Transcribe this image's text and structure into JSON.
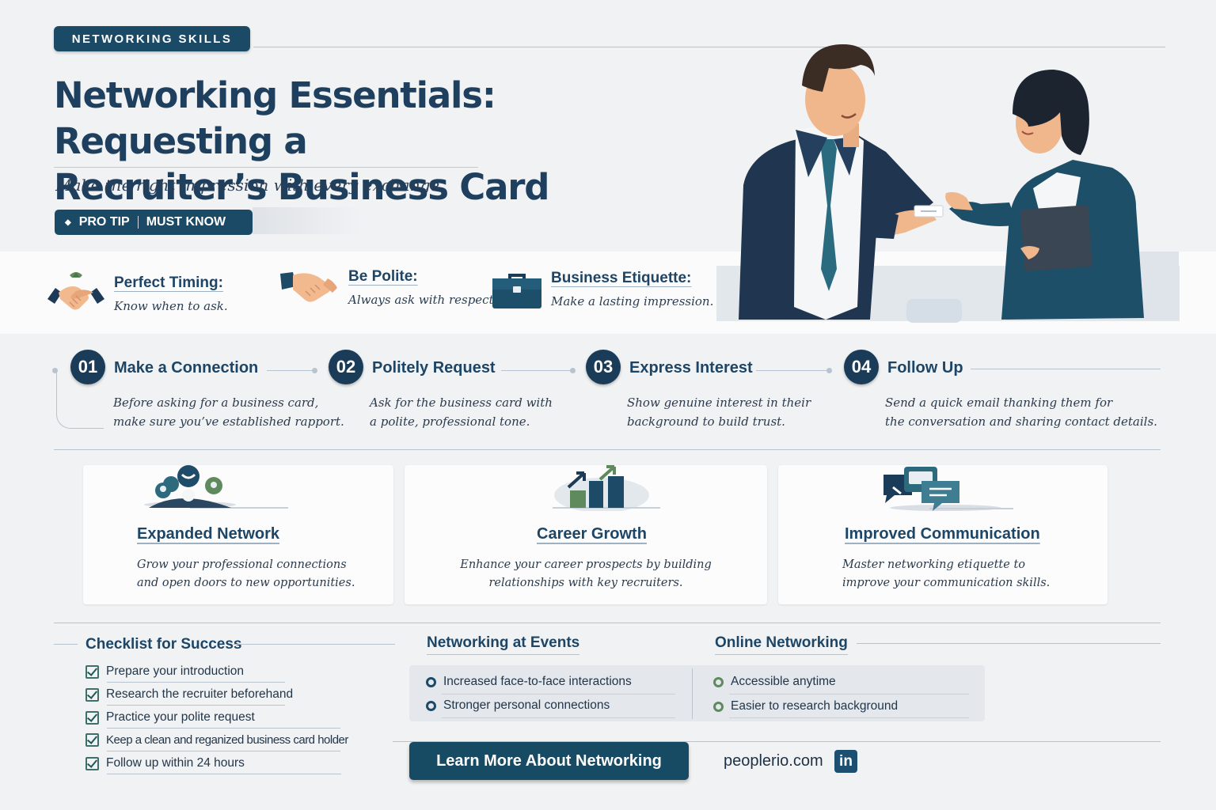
{
  "header": {
    "tag": "NETWORKING SKILLS",
    "title_line1": "Networking Essentials: Requesting a",
    "title_line2": "Recruiter’s Business Card",
    "subtitle": "Make the right impression with every exchange.",
    "pro_tip": "PRO TIP",
    "must_know": "MUST KNOW"
  },
  "highlights": [
    {
      "icon": "handshake-icon",
      "label": "Perfect Timing:",
      "text": "Know when to ask."
    },
    {
      "icon": "handshake-icon",
      "label": "Be Polite:",
      "text": "Always ask with respect."
    },
    {
      "icon": "briefcase-icon",
      "label": "Business Etiquette:",
      "text": "Make a lasting impression."
    }
  ],
  "steps": [
    {
      "num": "01",
      "title": "Make a Connection",
      "line1": "Before asking for a business card,",
      "line2": "make sure you’ve established rapport."
    },
    {
      "num": "02",
      "title": "Politely Request",
      "line1": "Ask for the business card with",
      "line2": "a polite, professional tone."
    },
    {
      "num": "03",
      "title": "Express Interest",
      "line1": "Show genuine interest in their",
      "line2": "background to build trust."
    },
    {
      "num": "04",
      "title": "Follow Up",
      "line1": "Send a quick email thanking them for",
      "line2": "the conversation and sharing contact details."
    }
  ],
  "benefits": [
    {
      "icon": "network-icon",
      "title": "Expanded Network",
      "line1": "Grow your professional connections",
      "line2": "and open doors to new opportunities."
    },
    {
      "icon": "growth-chart-icon",
      "title": "Career Growth",
      "line1": "Enhance your career prospects by building",
      "line2": "relationships with key recruiters."
    },
    {
      "icon": "chat-bubbles-icon",
      "title": "Improved Communication",
      "line1": "Master networking etiquette to",
      "line2": "improve your communication skills."
    }
  ],
  "checklist": {
    "title": "Checklist for Success",
    "items": [
      "Prepare your introduction",
      "Research the recruiter beforehand",
      "Practice your polite request",
      "Keep a clean and reganized business card holder",
      "Follow up within 24 hours"
    ]
  },
  "events": {
    "title": "Networking at Events",
    "items": [
      "Increased face-to-face interactions",
      "Stronger personal connections"
    ]
  },
  "online": {
    "title": "Online Networking",
    "items": [
      "Accessible anytime",
      "Easier to research background"
    ]
  },
  "footer": {
    "cta": "Learn More About Networking",
    "site": "peoplerio.com",
    "linkedin": "in"
  },
  "colors": {
    "primary": "#1b4a66",
    "dark": "#1a3c58",
    "accent_green": "#5f8a5e",
    "background": "#f1f2f4"
  }
}
